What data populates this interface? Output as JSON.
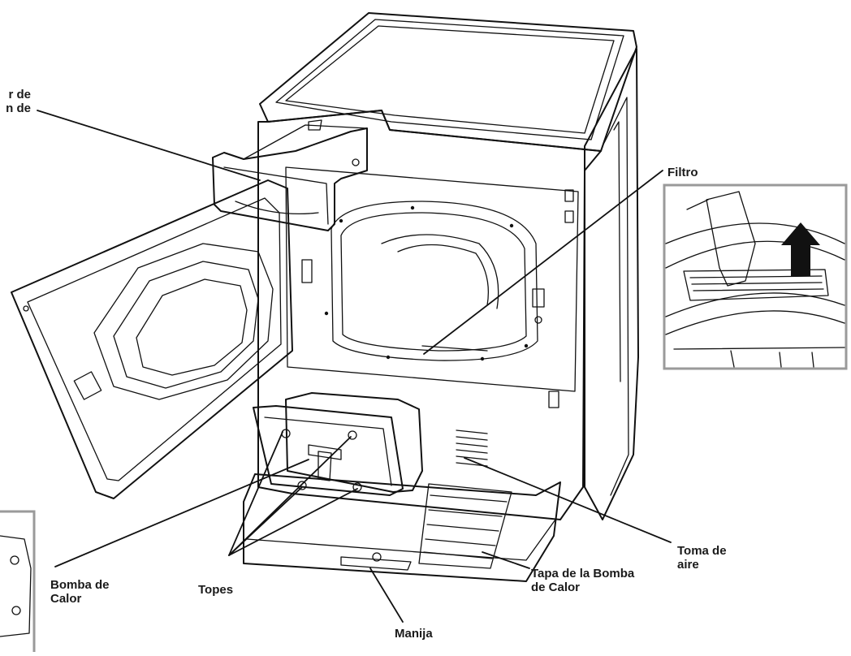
{
  "labels": {
    "dispenser": "r de\nn de",
    "filter": "Filtro",
    "air_intake": "Toma de\naire",
    "heat_pump": "Bomba de\nCalor",
    "stops": "Topes",
    "heat_pump_cover": "Tapa de la Bomba\nde Calor",
    "handle": "Manija"
  },
  "colors": {
    "line": "#111111",
    "inset_border": "#9a9a9a",
    "arrow": "#111111"
  },
  "icons": {
    "filter_inset_arrow": "up-arrow-icon"
  }
}
